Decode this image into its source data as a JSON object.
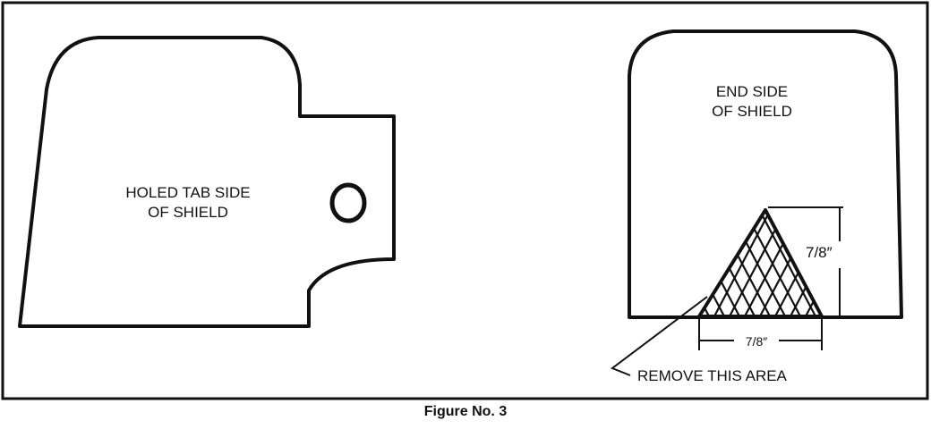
{
  "tab_side": {
    "line1": "HOLED TAB SIDE",
    "line2": "OF SHIELD"
  },
  "end_side": {
    "line1": "END SIDE",
    "line2": "OF SHIELD"
  },
  "cutout": {
    "height_label": "7/8″",
    "width_label": "7/8″",
    "callout": "REMOVE THIS AREA"
  },
  "caption": "Figure No. 3",
  "colors": {
    "ink": "#111111",
    "paper": "#ffffff"
  }
}
